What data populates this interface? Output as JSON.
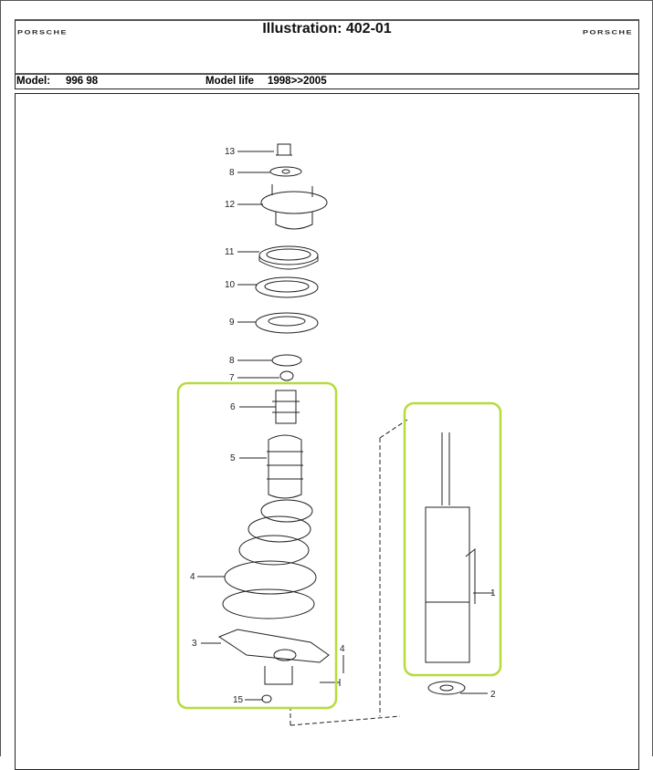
{
  "header": {
    "logo_left": "PORSCHE",
    "logo_right": "PORSCHE",
    "title": "Illustration: 402-01"
  },
  "model_row": {
    "model_label": "Model:",
    "model_value": "996 98",
    "life_label": "Model life",
    "life_value": "1998>>2005"
  },
  "callouts": [
    "13",
    "8",
    "12",
    "11",
    "10",
    "9",
    "8",
    "7",
    "6",
    "5",
    "4",
    "3",
    "15",
    "4",
    "1",
    "2"
  ],
  "colors": {
    "highlight": "#b5dc3c"
  }
}
